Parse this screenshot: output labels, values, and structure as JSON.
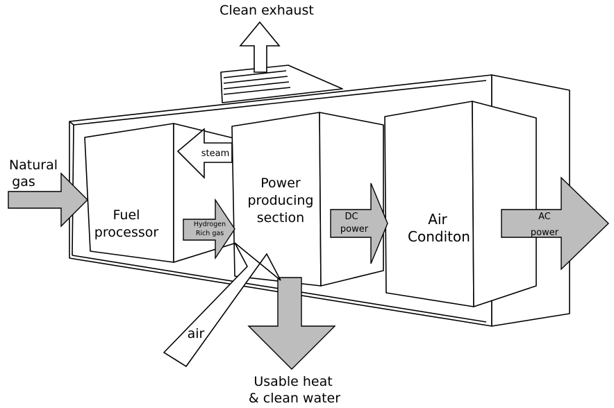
{
  "labels": {
    "clean_exhaust": "Clean exhaust",
    "natural_gas_line1": "Natural",
    "natural_gas_line2": "gas",
    "fuel_processor_line1": "Fuel",
    "fuel_processor_line2": "processor",
    "steam": "steam",
    "hydrogen_line1": "Hydrogen",
    "hydrogen_line2": "Rich gas",
    "power_section_line1": "Power",
    "power_section_line2": "producing",
    "power_section_line3": "section",
    "dc_power_line1": "DC",
    "dc_power_line2": "power",
    "air_conditioner_line1": "Air",
    "air_conditioner_line2": "Conditon",
    "ac_power_line1": "AC",
    "ac_power_line2": "power",
    "air": "air",
    "usable_heat_line1": "Usable heat",
    "usable_heat_line2": "& clean water"
  },
  "colors": {
    "arrow_fill": "#bdbdbd",
    "outline": "#000000",
    "background": "#ffffff"
  }
}
